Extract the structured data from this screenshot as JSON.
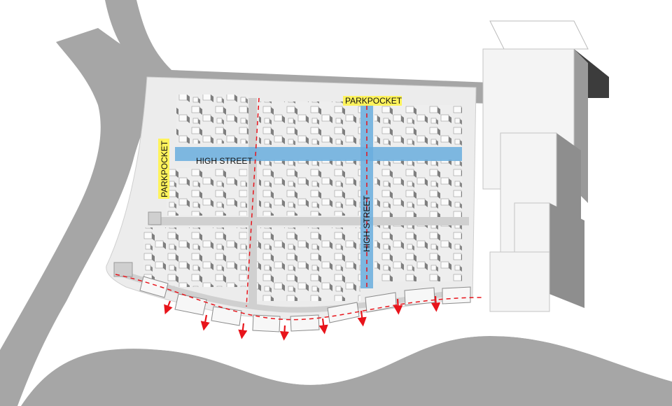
{
  "labels": {
    "high_street_horizontal": "HIGH STREET",
    "high_street_vertical": "HIGH STREET",
    "parkpocket_top": "PARKPOCKET",
    "parkpocket_left": "PARKPOCKET"
  },
  "colors": {
    "road": "#a6a6a6",
    "site": "#ececec",
    "street_internal": "#d0d0d0",
    "building_face": "#f7f7f7",
    "building_shadow": "#8c8c8c",
    "high_street": "#6aaede",
    "label_highlight": "#fff35c",
    "flow_arrow": "#e8141b",
    "tower_face": "#f4f4f4",
    "tower_side": "#9a9a9a",
    "tower_shadow": "#3c3c3c"
  },
  "icons": {
    "flow_arrow": "arrow-down-icon",
    "dashed_axis": "dashed-line"
  }
}
